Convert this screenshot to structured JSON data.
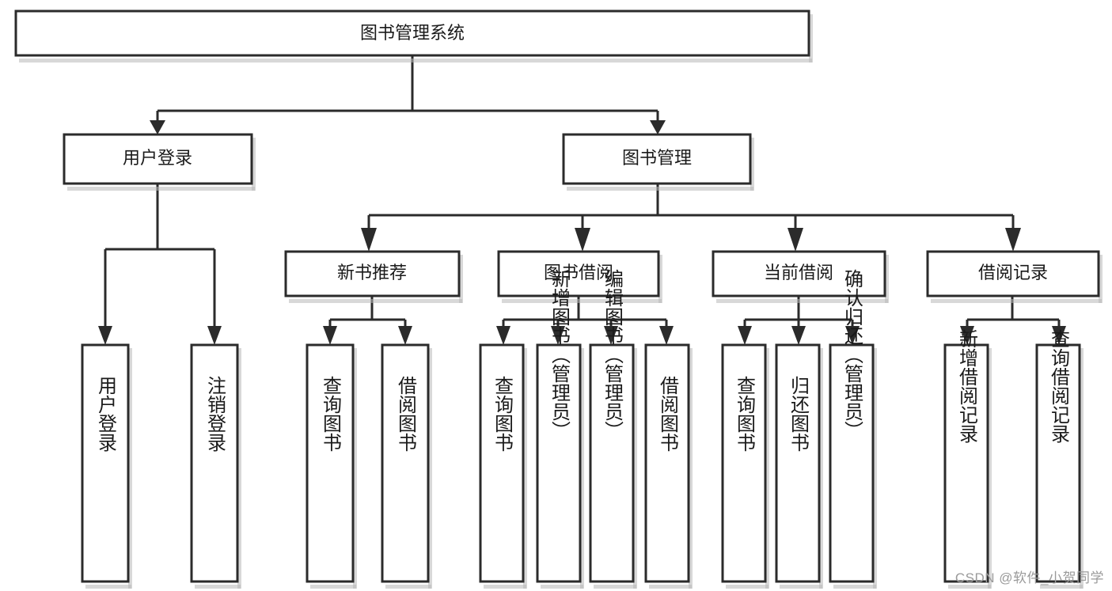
{
  "diagram": {
    "title": "图书管理系统",
    "watermark": "CSDN @软件_小贺同学",
    "type": "tree-hierarchy",
    "orientation": "top-down",
    "accent_color": "#2b2b2b",
    "background_color": "#ffffff",
    "levels": [
      {
        "level": 1,
        "nodes": [
          {
            "id": "root",
            "label": "图书管理系统",
            "orientation": "horizontal"
          }
        ]
      },
      {
        "level": 2,
        "nodes": [
          {
            "id": "user-login",
            "label": "用户登录",
            "orientation": "horizontal",
            "parent": "root"
          },
          {
            "id": "book-manage",
            "label": "图书管理",
            "orientation": "horizontal",
            "parent": "root"
          }
        ]
      },
      {
        "level": 3,
        "nodes": [
          {
            "id": "new-book-recommend",
            "label": "新书推荐",
            "orientation": "horizontal",
            "parent": "book-manage"
          },
          {
            "id": "book-borrow",
            "label": "图书借阅",
            "orientation": "horizontal",
            "parent": "book-manage"
          },
          {
            "id": "current-borrow",
            "label": "当前借阅",
            "orientation": "horizontal",
            "parent": "book-manage"
          },
          {
            "id": "borrow-record",
            "label": "借阅记录",
            "orientation": "horizontal",
            "parent": "book-manage"
          }
        ]
      },
      {
        "level": 4,
        "nodes": [
          {
            "id": "leaf-user-login",
            "label": "用户登录",
            "orientation": "vertical",
            "parent": "user-login"
          },
          {
            "id": "leaf-logout-login",
            "label": "注销登录",
            "orientation": "vertical",
            "parent": "user-login"
          },
          {
            "id": "leaf-query-book-1",
            "label": "查询图书",
            "orientation": "vertical",
            "parent": "new-book-recommend"
          },
          {
            "id": "leaf-borrow-book-1",
            "label": "借阅图书",
            "orientation": "vertical",
            "parent": "new-book-recommend"
          },
          {
            "id": "leaf-query-book-2",
            "label": "查询图书",
            "orientation": "vertical",
            "parent": "book-borrow"
          },
          {
            "id": "leaf-add-book",
            "label": "新增图书（管理员）",
            "orientation": "vertical",
            "parent": "book-borrow"
          },
          {
            "id": "leaf-edit-book",
            "label": "编辑图书（管理员）",
            "orientation": "vertical",
            "parent": "book-borrow"
          },
          {
            "id": "leaf-borrow-book-2",
            "label": "借阅图书",
            "orientation": "vertical",
            "parent": "book-borrow"
          },
          {
            "id": "leaf-query-book-3",
            "label": "查询图书",
            "orientation": "vertical",
            "parent": "current-borrow"
          },
          {
            "id": "leaf-return-book",
            "label": "归还图书",
            "orientation": "vertical",
            "parent": "current-borrow"
          },
          {
            "id": "leaf-confirm-return",
            "label": "确认归还（管理员）",
            "orientation": "vertical",
            "parent": "current-borrow"
          },
          {
            "id": "leaf-add-record",
            "label": "新增借阅记录",
            "orientation": "vertical",
            "parent": "borrow-record"
          },
          {
            "id": "leaf-query-record",
            "label": "查询借阅记录",
            "orientation": "vertical",
            "parent": "borrow-record"
          }
        ]
      }
    ]
  }
}
